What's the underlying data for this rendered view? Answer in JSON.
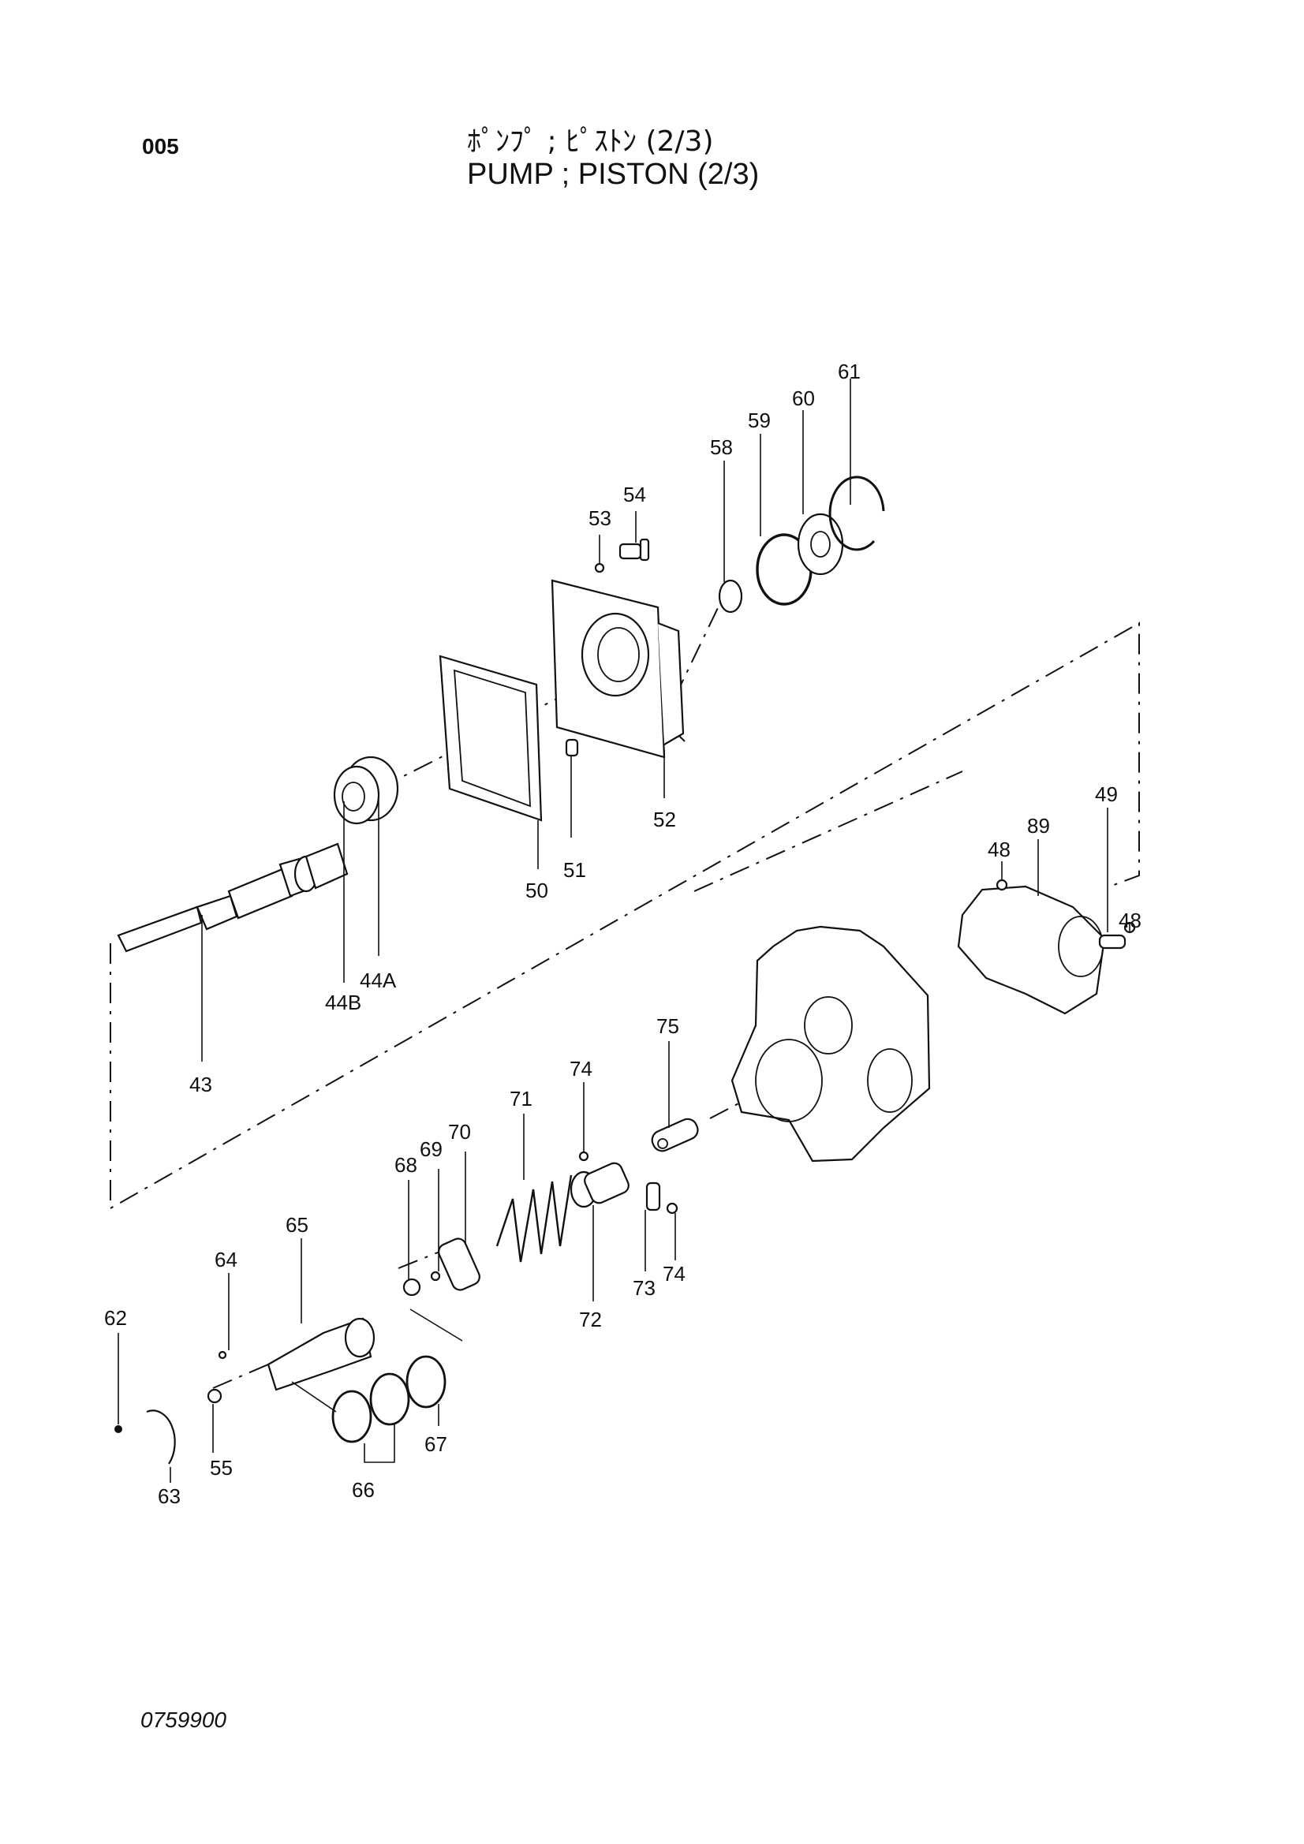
{
  "header": {
    "page_code": "005",
    "title_jp": "ﾎﾟﾝﾌﾟ ; ﾋﾟｽﾄﾝ (2/3)",
    "title_en": "PUMP ; PISTON (2/3)"
  },
  "footer": {
    "drawing_no": "0759900"
  },
  "callouts": {
    "p43": "43",
    "p44a": "44A",
    "p44b": "44B",
    "p48a": "48",
    "p48b": "48",
    "p49": "49",
    "p50": "50",
    "p51": "51",
    "p52": "52",
    "p53": "53",
    "p54": "54",
    "p55": "55",
    "p58": "58",
    "p59": "59",
    "p60": "60",
    "p61": "61",
    "p62": "62",
    "p63": "63",
    "p64": "64",
    "p65": "65",
    "p66": "66",
    "p67": "67",
    "p68": "68",
    "p69": "69",
    "p70": "70",
    "p71": "71",
    "p72": "72",
    "p73": "73",
    "p74a": "74",
    "p74b": "74",
    "p75": "75",
    "p89": "89"
  }
}
